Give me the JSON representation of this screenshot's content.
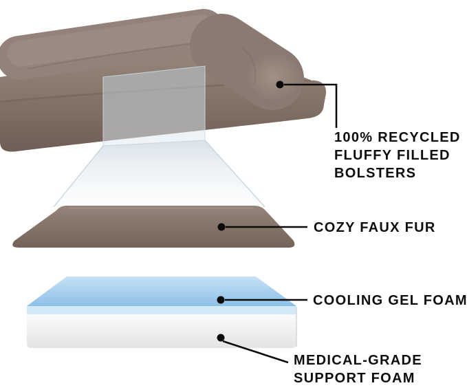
{
  "callouts": {
    "bolsters": {
      "lines": [
        "100% RECYCLED",
        "FLUFFY FILLED",
        "BOLSTERS"
      ]
    },
    "faux_fur": {
      "lines": [
        "COZY FAUX FUR"
      ]
    },
    "gel_foam": {
      "lines": [
        "COOLING GEL FOAM"
      ]
    },
    "support_foam": {
      "lines": [
        "MEDICAL-GRADE",
        "SUPPORT FOAM"
      ]
    }
  },
  "colors": {
    "background": "#ffffff",
    "sofa_plush": "#8f7e75",
    "faux_fur_layer": "#8c7a70",
    "cooling_gel": "#a8d1ee",
    "support_foam": "#f5f5f5",
    "callout_line": "#0b0b0b"
  }
}
